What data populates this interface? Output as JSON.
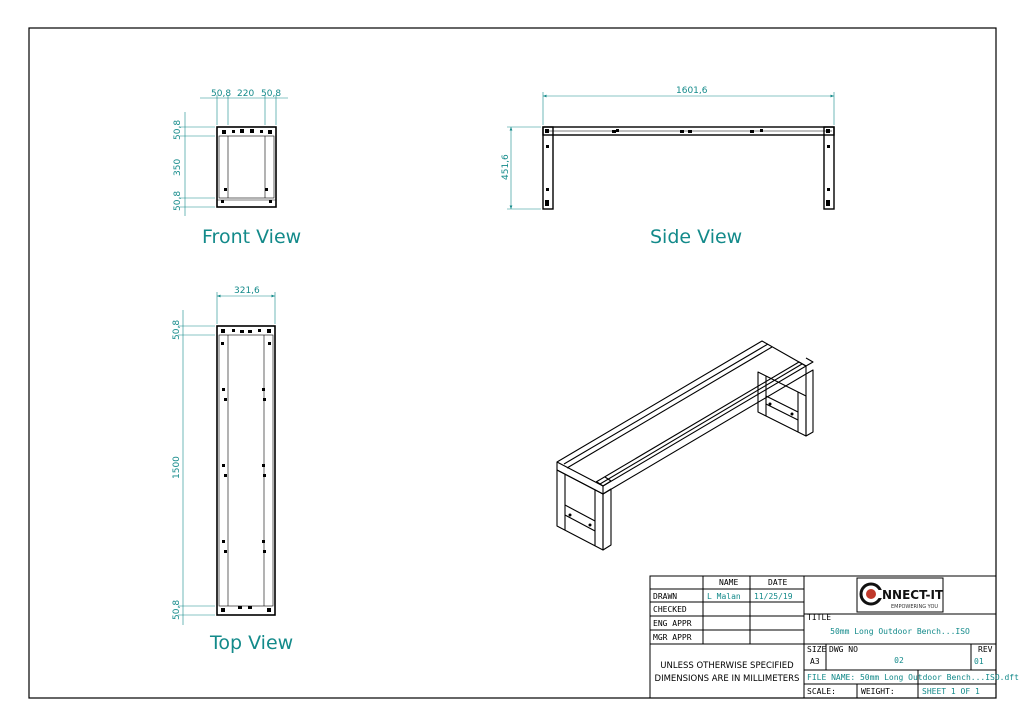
{
  "views": {
    "front": {
      "label": "Front View",
      "dim_left": "50,8",
      "dim_mid": "220",
      "dim_right": "50,8",
      "dim_top": "50,8",
      "dim_height": "350",
      "dim_bottom": "50,8"
    },
    "side": {
      "label": "Side View",
      "dim_length": "1601,6",
      "dim_height": "451,6"
    },
    "top": {
      "label": "Top View",
      "dim_width": "321,6",
      "dim_top": "50,8",
      "dim_length": "1500",
      "dim_bottom": "50,8"
    }
  },
  "title_block": {
    "header_name": "NAME",
    "header_date": "DATE",
    "rows": [
      {
        "role": "DRAWN",
        "name": "L Malan",
        "date": "11/25/19"
      },
      {
        "role": "CHECKED",
        "name": "",
        "date": ""
      },
      {
        "role": "ENG APPR",
        "name": "",
        "date": ""
      },
      {
        "role": "MGR APPR",
        "name": "",
        "date": ""
      }
    ],
    "note_line1": "UNLESS OTHERWISE SPECIFIED",
    "note_line2": "DIMENSIONS ARE IN MILLIMETERS",
    "logo_text": "NNECT-IT",
    "logo_tagline": "EMPOWERING YOU",
    "title_label": "TITLE",
    "title_value": "50mm Long Outdoor Bench...ISO",
    "size_label": "SIZE",
    "size_value": "A3",
    "dwg_label": "DWG NO",
    "dwg_value": "02",
    "rev_label": "REV",
    "rev_value": "01",
    "file_name": "FILE NAME: 50mm Long Outdoor Bench...ISO.dft",
    "scale": "SCALE:",
    "weight": "WEIGHT:",
    "sheet": "SHEET 1 OF 1"
  },
  "colors": {
    "dimension": "#138a8a",
    "line": "#000000"
  }
}
